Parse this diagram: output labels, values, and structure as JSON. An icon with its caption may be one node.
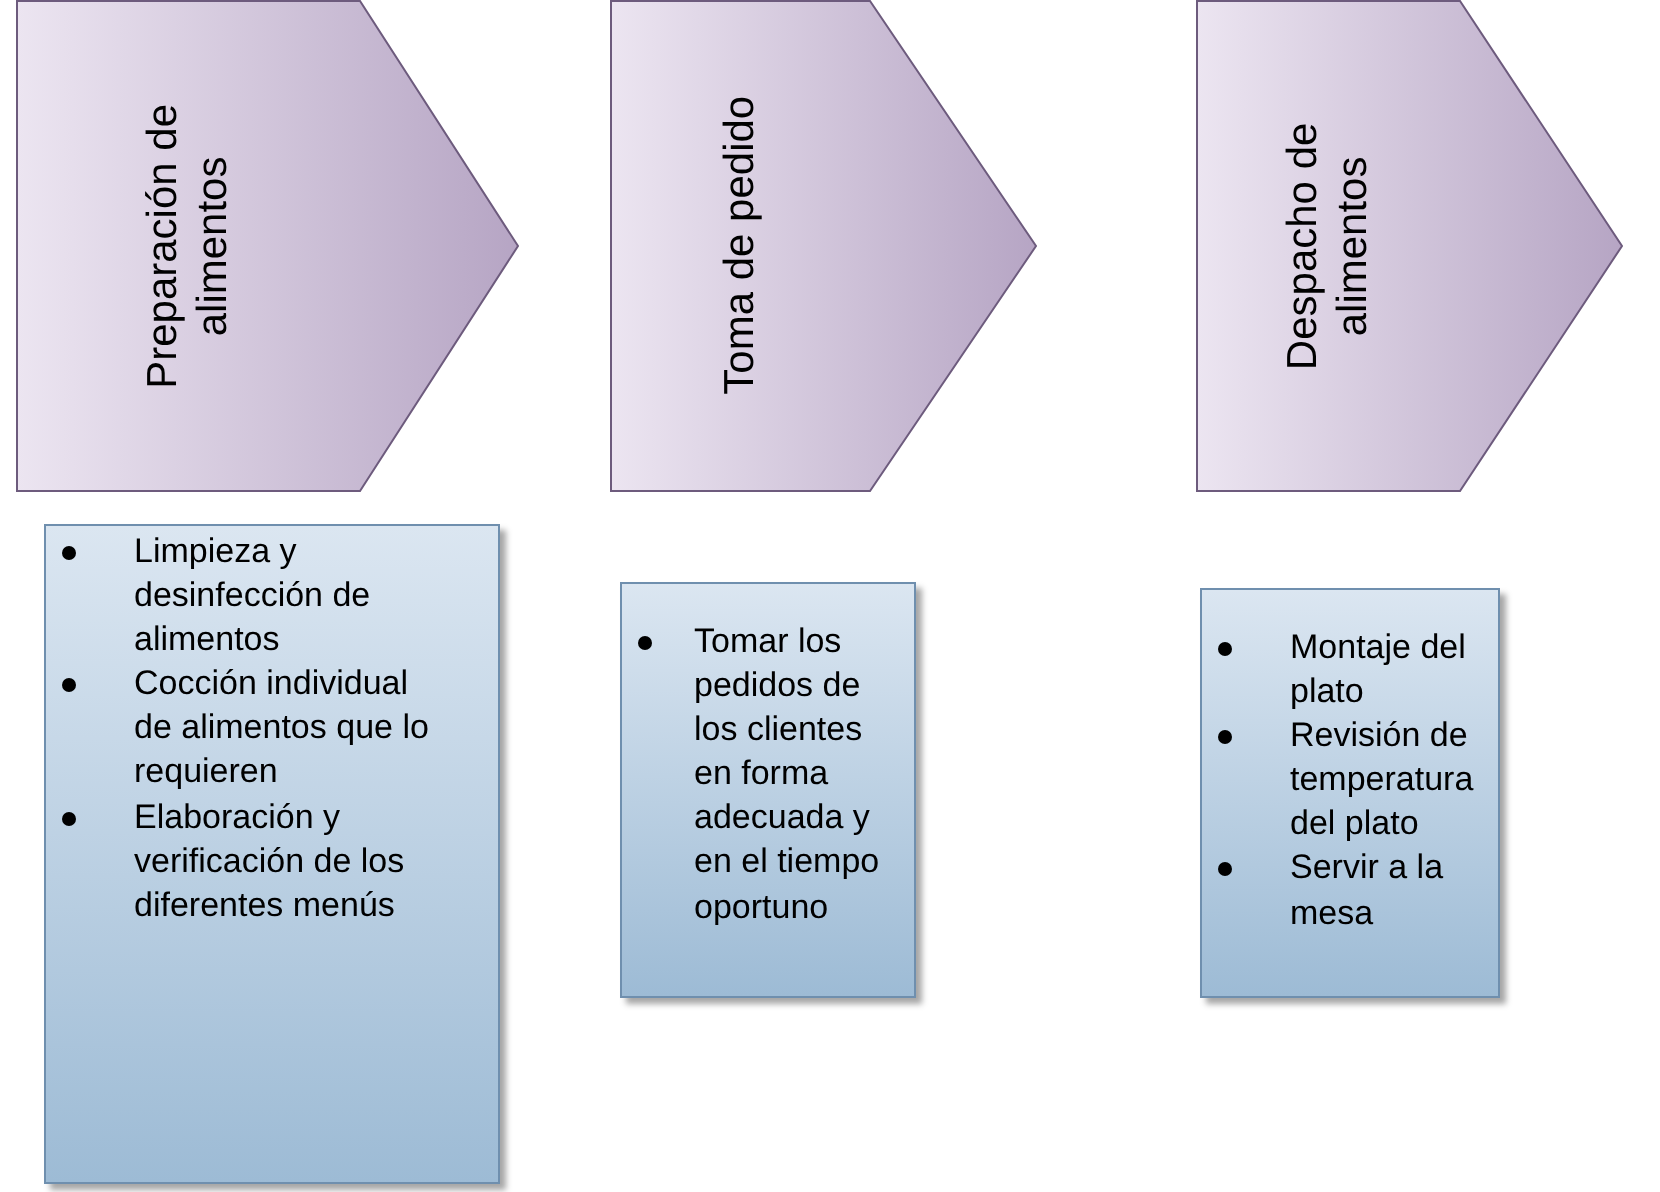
{
  "diagram": {
    "nodes": [
      {
        "text": [
          "Preparación de alimentos"
        ]
      },
      {
        "text": [
          "Toma de pedido"
        ]
      },
      {
        "text": [
          "Despacho de alimentos"
        ]
      },
      {
        "text": [
          "Limpieza y desinfección de alimentos",
          "Cocción individual de alimentos que lo requieren",
          "Elaboración y verificación de los diferentes menús"
        ]
      },
      {
        "text": [
          "Tomar los pedidos de los clientes en forma adecuada y en el tiempo oportuno"
        ]
      },
      {
        "text": [
          "Montaje del plato",
          "Revisión de temperatura del plato",
          "Servir a la mesa"
        ]
      }
    ]
  }
}
